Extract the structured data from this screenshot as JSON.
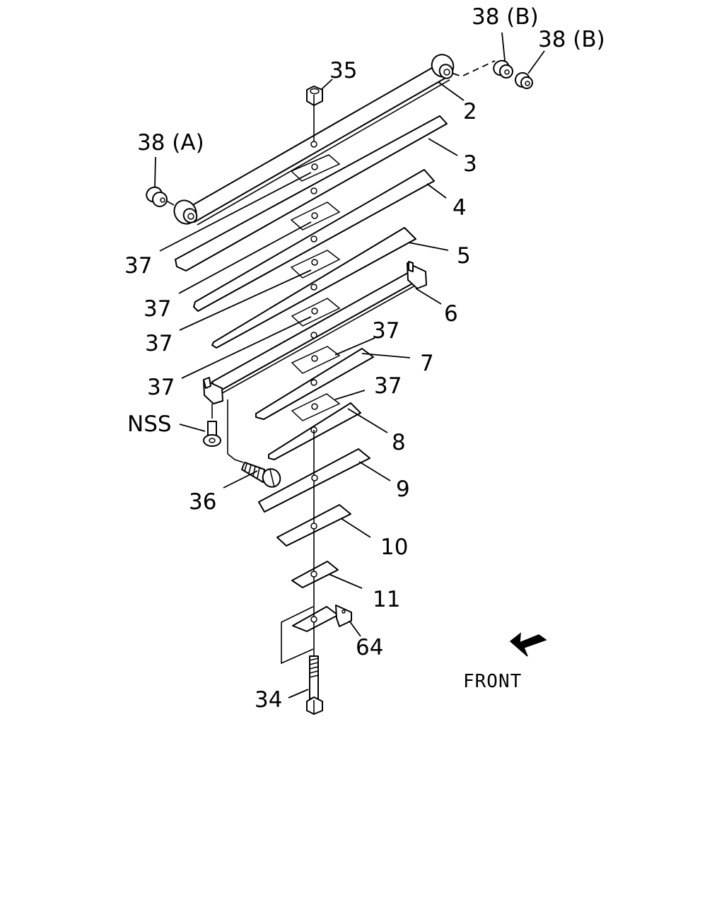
{
  "labels": {
    "l_38b_top": "38 (B)",
    "l_38b_right": "38 (B)",
    "l_35": "35",
    "l_2": "2",
    "l_38a": "38 (A)",
    "l_3": "3",
    "l_4": "4",
    "l_5": "5",
    "l_6": "6",
    "l_7": "7",
    "l_8": "8",
    "l_9": "9",
    "l_10": "10",
    "l_11": "11",
    "l_64": "64",
    "l_34": "34",
    "l_36": "36",
    "l_nss": "NSS",
    "l_37_a": "37",
    "l_37_b": "37",
    "l_37_c": "37",
    "l_37_d": "37",
    "l_37_e": "37",
    "l_37_f": "37",
    "front": "FRONT"
  },
  "icons": {
    "front_arrow": "front-arrow-icon"
  }
}
